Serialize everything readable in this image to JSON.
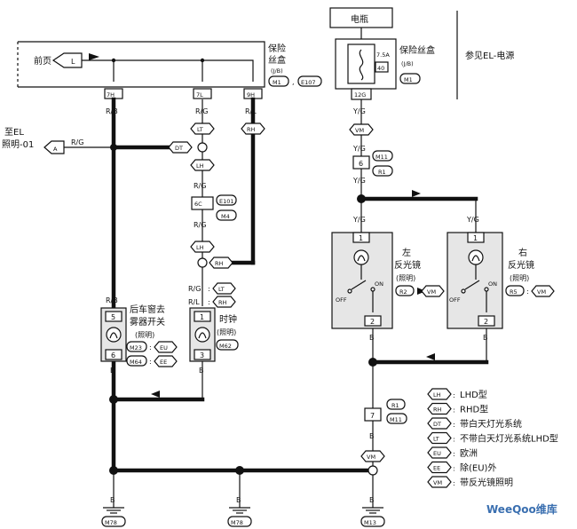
{
  "top_labels": {
    "battery": "电瓶",
    "fuse_box_left": "保险\n丝盒",
    "fuse_box_left_jb": "(J/B)",
    "fuse_box_left_conn1": "M1",
    "fuse_box_left_conn2": "E107",
    "fuse_box_right": "保险丝盒",
    "fuse_box_right_jb": "(J/B)",
    "fuse_box_right_conn": "M1",
    "fuse_rating": "7.5A",
    "fuse_number": "40",
    "reference": "参见EL-电源"
  },
  "left_area": {
    "next_page": "前页",
    "next_page_tag": "L",
    "to_el": "至EL",
    "illum": "照明-01",
    "tag_a": "A",
    "wire_rg_left": "R/G"
  },
  "pins": {
    "p7h": "7H",
    "p7l": "7L",
    "p9h": "9H",
    "p12g": "12G",
    "wire_rb": "R/B",
    "wire_rg": "R/G",
    "wire_rl": "R/L",
    "wire_yg": "Y/G",
    "wire_b": "B",
    "p6c": "6C",
    "p6": "6",
    "p1": "1",
    "p2": "2",
    "p3": "3",
    "p5": "5",
    "p7": "7"
  },
  "tags": {
    "dt": "DT",
    "lt": "LT",
    "lh": "LH",
    "rh": "RH",
    "vm": "VM",
    "r1": "R1",
    "r2": "R2",
    "r5": "R5",
    "m11": "M11",
    "m4": "M4",
    "e101": "E101",
    "m23": "M23",
    "m64": "M64",
    "m62": "M62",
    "eu": "EU",
    "ee": "EE",
    "m78": "M78",
    "m13": "M13"
  },
  "side_labels": {
    "lt_left": "R/G",
    "rh_left": "R/L"
  },
  "components": {
    "defogger_l1": "后车窗去",
    "defogger_l2": "雾器开关",
    "defogger_l3": "(照明)",
    "clock_l1": "时钟",
    "clock_l2": "(照明)",
    "left_mirror_l1": "左",
    "left_mirror_l2": "反光镜",
    "left_mirror_l3": "(照明)",
    "right_mirror_l1": "右",
    "right_mirror_l2": "反光镜",
    "right_mirror_l3": "(照明)",
    "off": "OFF",
    "on": "ON"
  },
  "legend": [
    {
      "code": "LH",
      "text": "LHD型"
    },
    {
      "code": "RH",
      "text": "RHD型"
    },
    {
      "code": "DT",
      "text": "带白天灯光系统"
    },
    {
      "code": "LT",
      "text": "不带白天灯光系统LHD型"
    },
    {
      "code": "EU",
      "text": "欧洲"
    },
    {
      "code": "EE",
      "text": "除(EU)外"
    },
    {
      "code": "VM",
      "text": "带反光镜照明"
    }
  ],
  "watermark": "WeeQoo维库"
}
